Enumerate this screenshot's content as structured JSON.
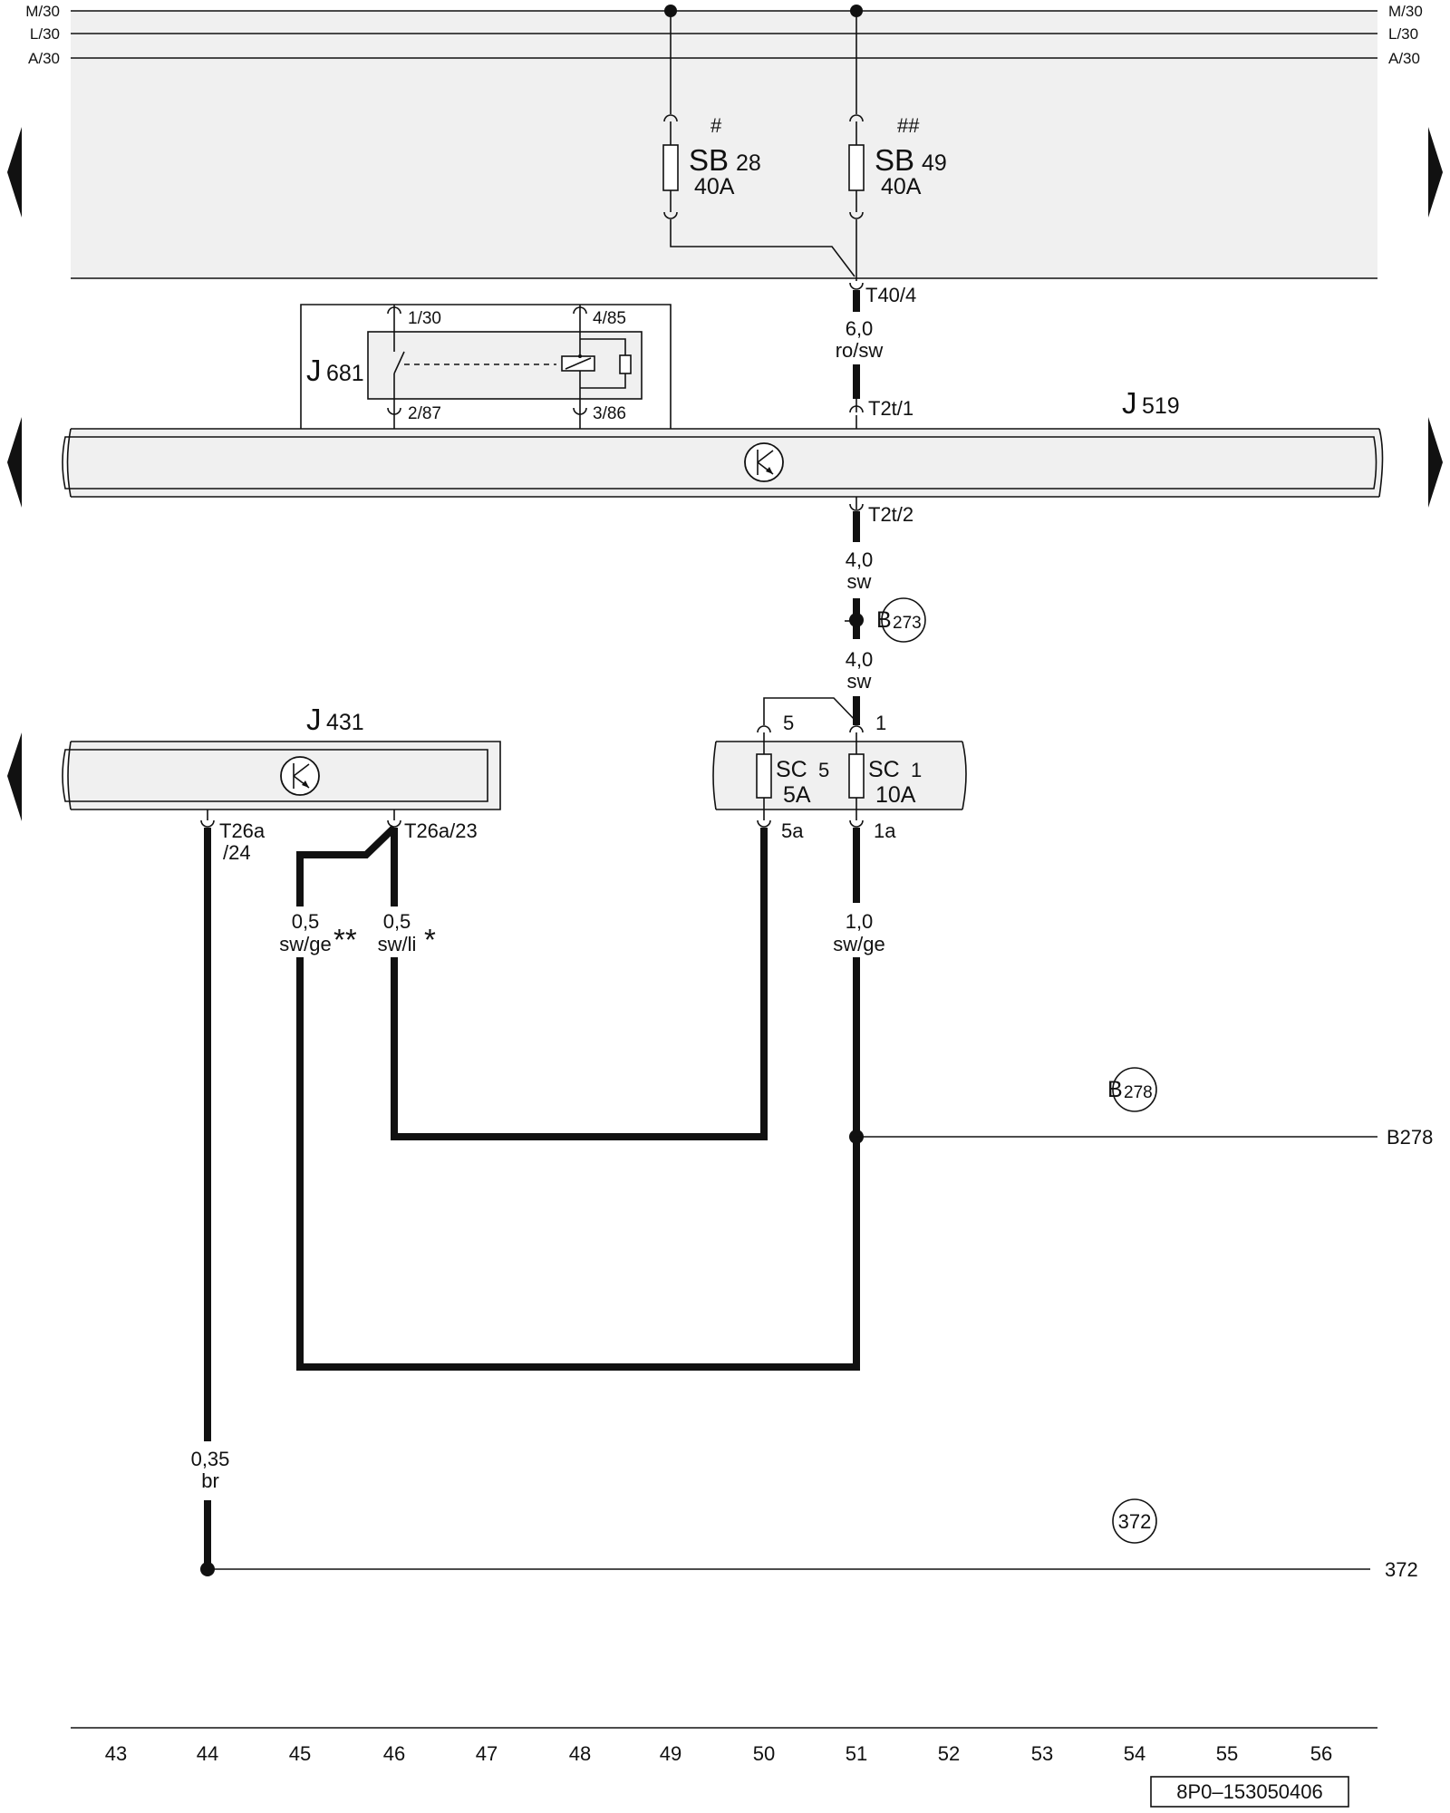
{
  "rails": {
    "left": [
      "M/30",
      "L/30",
      "A/30"
    ],
    "right": [
      "M/30",
      "L/30",
      "A/30"
    ]
  },
  "fuses": {
    "sb28": {
      "mark": "#",
      "main": "SB",
      "sub": "28",
      "rating": "40A"
    },
    "sb49": {
      "mark": "##",
      "main": "SB",
      "sub": "49",
      "rating": "40A"
    },
    "sc5": {
      "main": "SC",
      "sub": "5",
      "rating": "5A",
      "in_pin": "5",
      "out_pin": "5a"
    },
    "sc1": {
      "main": "SC",
      "sub": "1",
      "rating": "10A",
      "in_pin": "1",
      "out_pin": "1a"
    }
  },
  "connectors": {
    "t40_4": "T40/4",
    "t2t_1": "T2t/1",
    "t2t_2": "T2t/2",
    "t26a_24_a": "T26a",
    "t26a_24_b": "/24",
    "t26a_23": "T26a/23"
  },
  "wires": {
    "w_6_0": {
      "size": "6,0",
      "color": "ro/sw"
    },
    "w_4_0_a": {
      "size": "4,0",
      "color": "sw"
    },
    "w_4_0_b": {
      "size": "4,0",
      "color": "sw"
    },
    "w_0_5_ge": {
      "size": "0,5",
      "color": "sw/ge",
      "mark": "**"
    },
    "w_0_5_li": {
      "size": "0,5",
      "color": "sw/li",
      "mark": "*"
    },
    "w_1_0": {
      "size": "1,0",
      "color": "sw/ge"
    },
    "w_0_35": {
      "size": "0,35",
      "color": "br"
    }
  },
  "components": {
    "j681": {
      "main": "J",
      "sub": "681",
      "pins": [
        "1/30",
        "4/85",
        "2/87",
        "3/86"
      ]
    },
    "j519": {
      "main": "J",
      "sub": "519"
    },
    "j431": {
      "main": "J",
      "sub": "431"
    }
  },
  "refs": {
    "b273": {
      "main": "B",
      "sub": "273"
    },
    "b278": {
      "main": "B",
      "sub": "278",
      "end_label": "B278"
    },
    "r372": {
      "main": "372",
      "end_label": "372"
    }
  },
  "columns": [
    "43",
    "44",
    "45",
    "46",
    "47",
    "48",
    "49",
    "50",
    "51",
    "52",
    "53",
    "54",
    "55",
    "56"
  ],
  "doc_id": "8P0–153050406",
  "colors": {
    "line": "#111111",
    "shade": "#f0f0f0"
  }
}
